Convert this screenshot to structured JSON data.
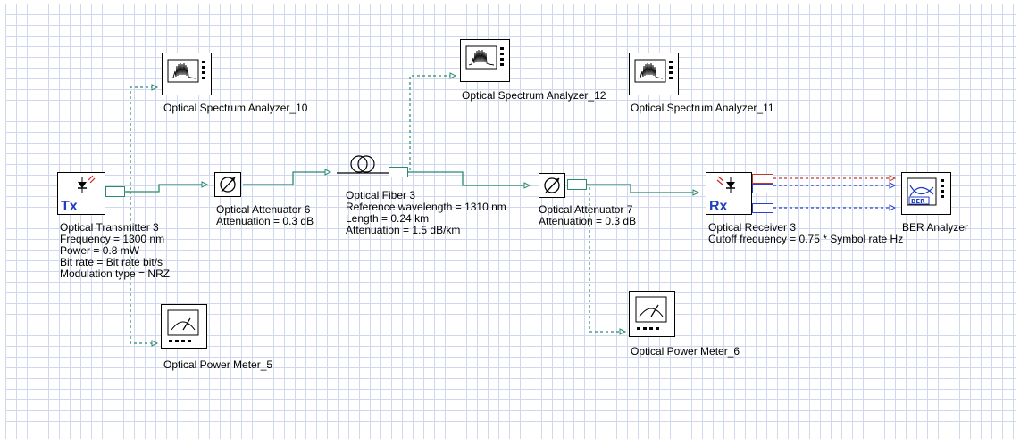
{
  "components": {
    "osa10": {
      "name": "Optical Spectrum Analyzer_10"
    },
    "osa12": {
      "name": "Optical Spectrum Analyzer_12"
    },
    "osa11": {
      "name": "Optical Spectrum Analyzer_11"
    },
    "transmitter": {
      "icon_text": "Tx",
      "name": "Optical Transmitter 3",
      "params": [
        "Frequency = 1300  nm",
        "Power = 0.8  mW",
        "Bit rate = Bit rate  bit/s",
        "Modulation type = NRZ"
      ]
    },
    "attenuator6": {
      "name": "Optical Attenuator 6",
      "params": [
        "Attenuation = 0.3  dB"
      ]
    },
    "fiber": {
      "name": "Optical Fiber 3",
      "params": [
        "Reference wavelength = 1310  nm",
        "Length = 0.24  km",
        "Attenuation = 1.5  dB/km"
      ]
    },
    "attenuator7": {
      "name": "Optical Attenuator 7",
      "params": [
        "Attenuation = 0.3  dB"
      ]
    },
    "receiver": {
      "icon_text": "Rx",
      "name": "Optical Receiver 3",
      "params": [
        "Cutoff frequency = 0.75 * Symbol rate  Hz"
      ]
    },
    "ber": {
      "icon_text": "BER",
      "name": "BER Analyzer"
    },
    "pm5": {
      "name": "Optical Power Meter_5"
    },
    "pm6": {
      "name": "Optical Power Meter_6"
    }
  },
  "colors": {
    "grid": "#cfd8ef",
    "optical_link": "#2a8a6e",
    "electrical_red": "#c0392b",
    "electrical_blue": "#2b3fd0",
    "icon_blue": "#1f3fbf"
  }
}
